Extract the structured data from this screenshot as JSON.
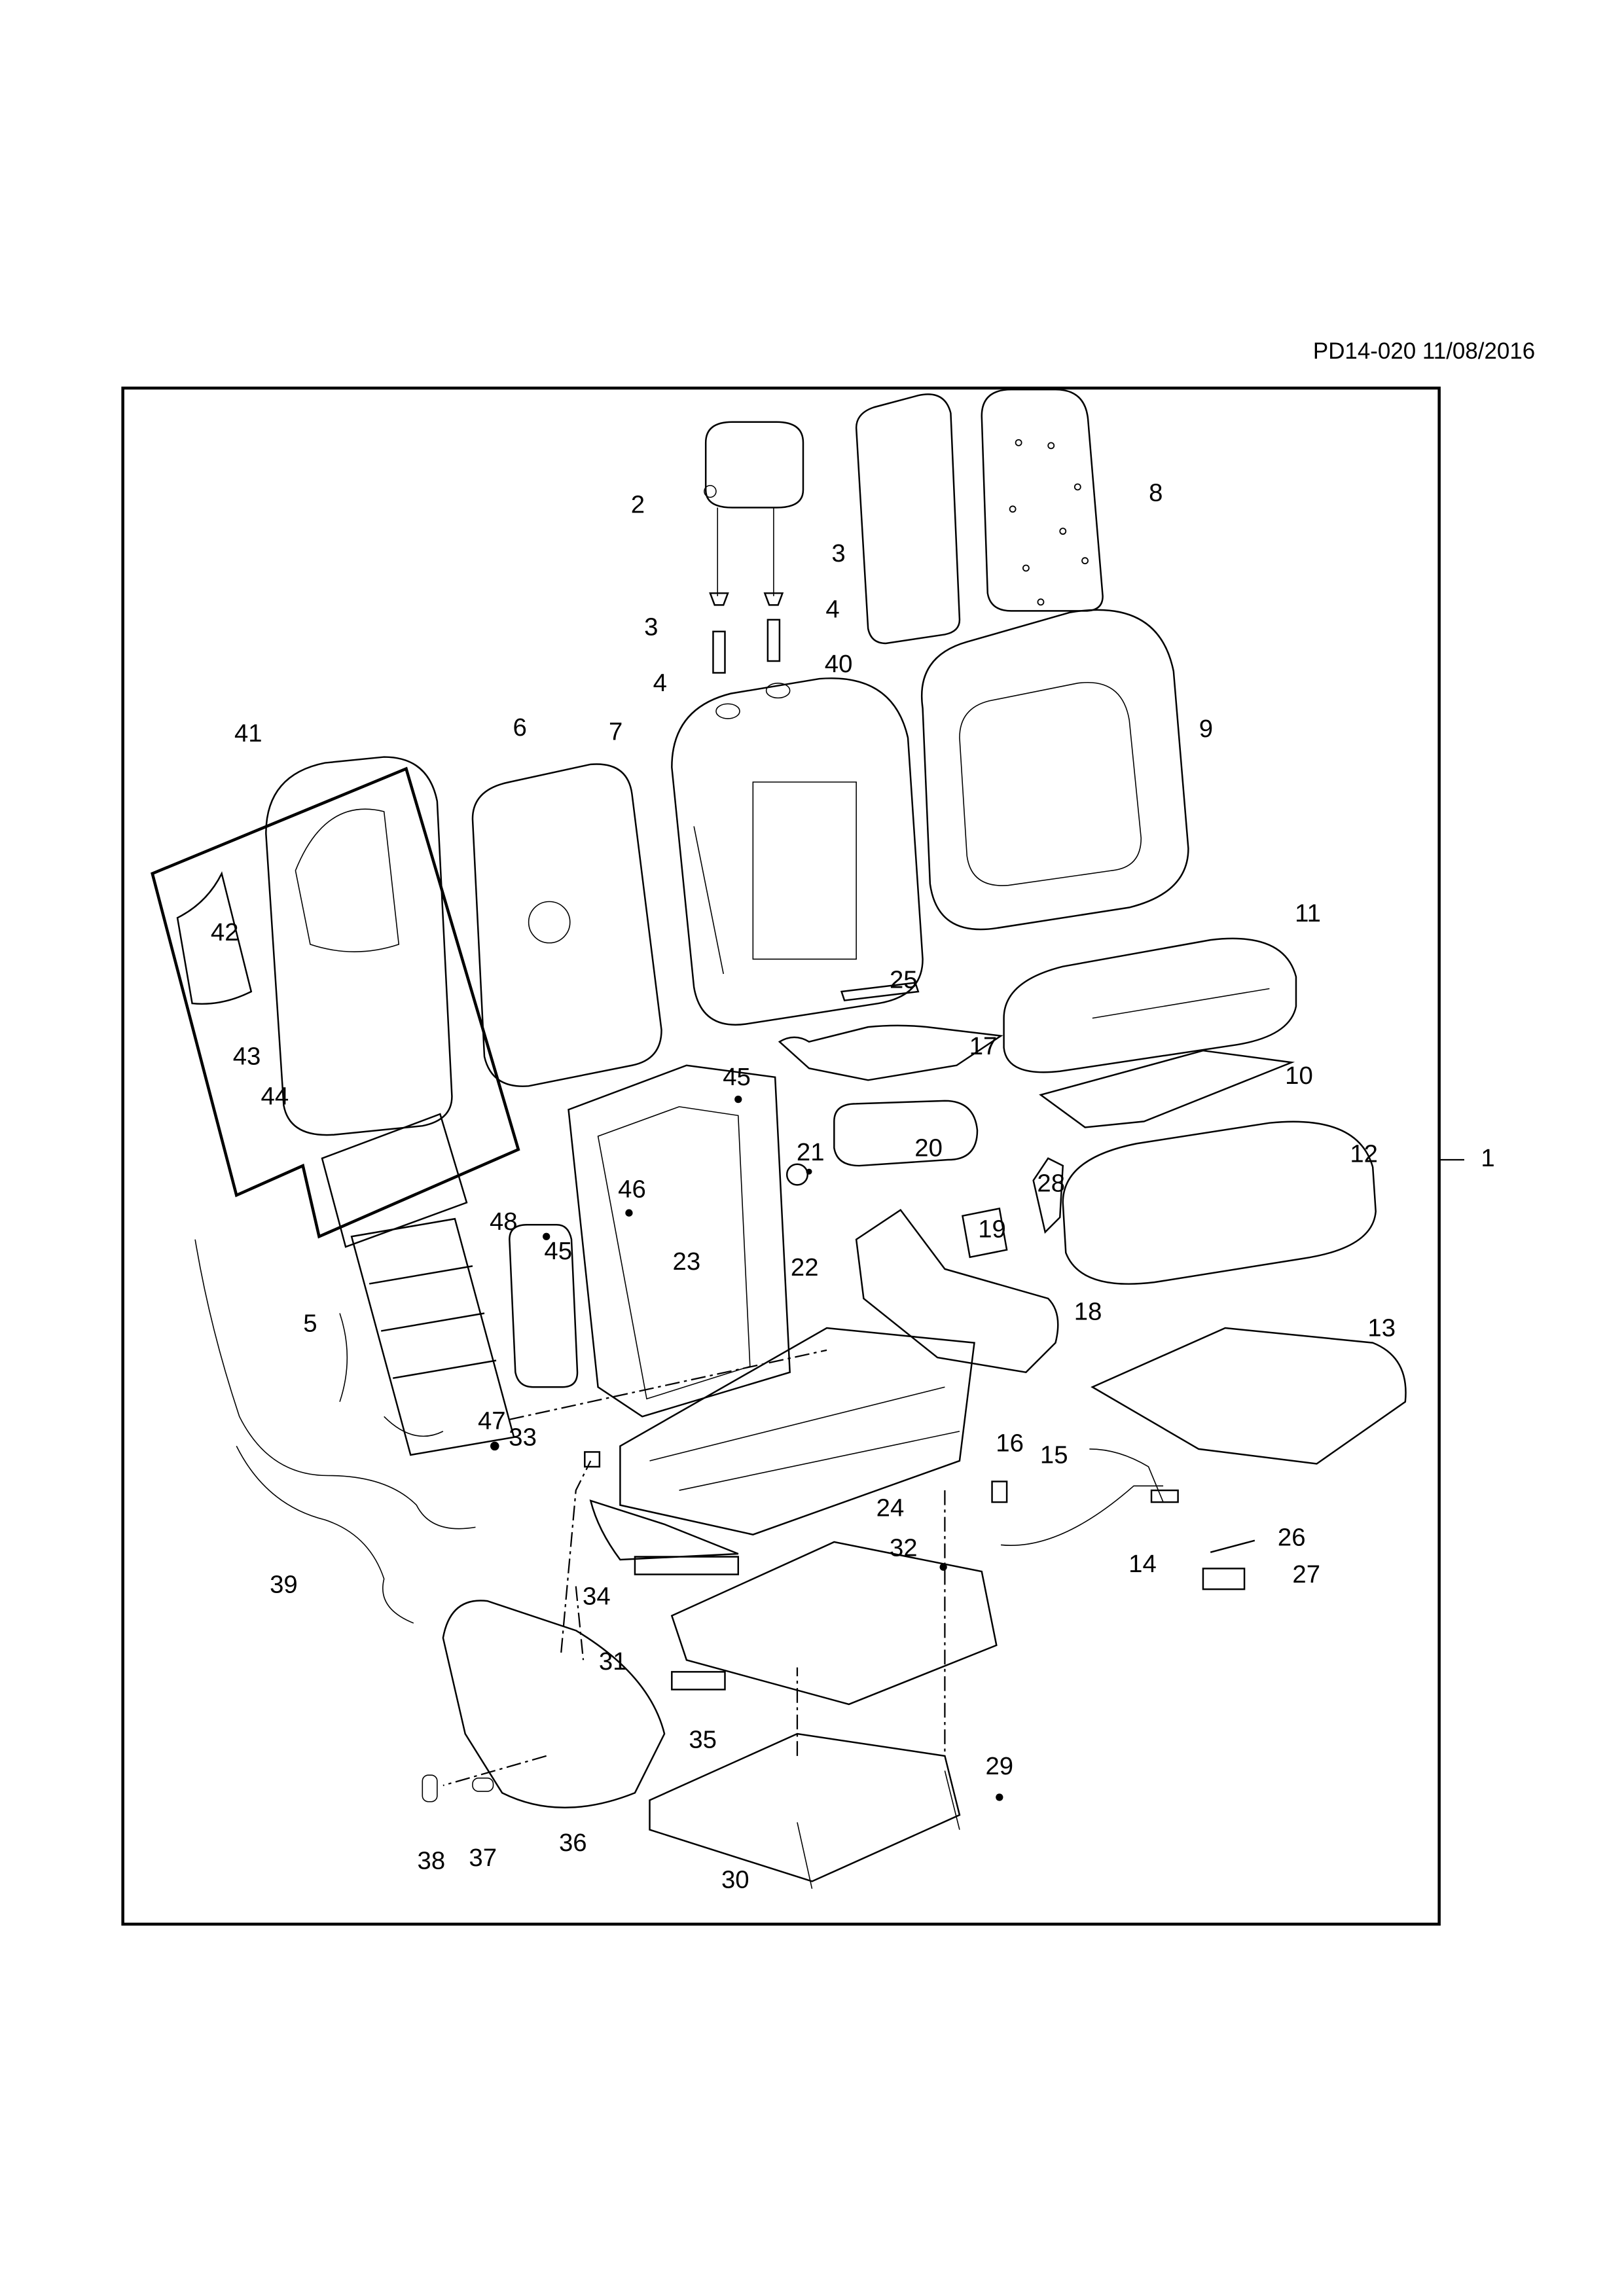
{
  "header": {
    "drawing_id": "PD14-020 11/08/2016"
  },
  "callouts": [
    "2",
    "3",
    "3",
    "4",
    "4",
    "40",
    "8",
    "6",
    "7",
    "9",
    "41",
    "42",
    "43",
    "44",
    "11",
    "25",
    "17",
    "45",
    "10",
    "21",
    "20",
    "1",
    "12",
    "28",
    "46",
    "48",
    "45",
    "19",
    "23",
    "22",
    "5",
    "18",
    "13",
    "47",
    "33",
    "16",
    "15",
    "24",
    "32",
    "14",
    "26",
    "27",
    "39",
    "34",
    "31",
    "35",
    "29",
    "36",
    "38",
    "37",
    "30"
  ]
}
